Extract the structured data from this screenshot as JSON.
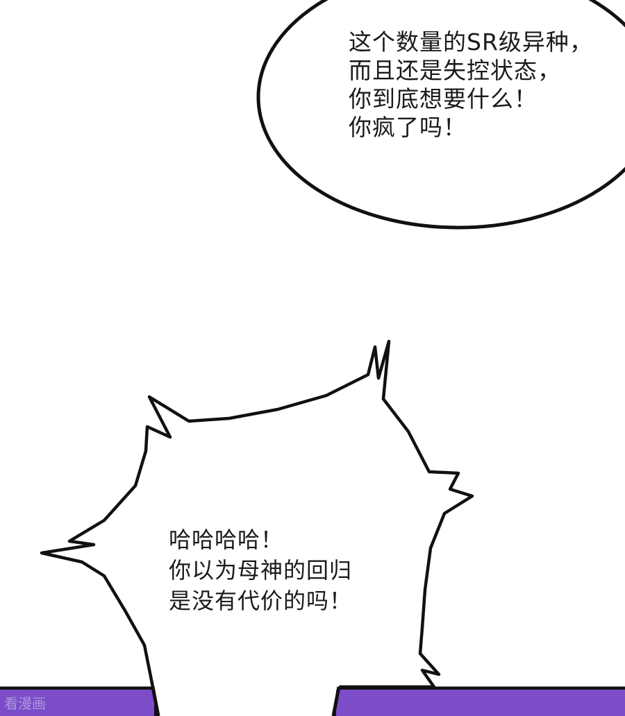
{
  "panel": {
    "background_color": "#ffffff",
    "floor_color": "#7c4cc9"
  },
  "speech_bubble_top": {
    "lines": [
      "这个数量的SR级异种，",
      "而且还是失控状态，",
      "你到底想要什么！",
      "你疯了吗！"
    ]
  },
  "speech_bubble_bottom": {
    "lines": [
      "哈哈哈哈！",
      "你以为母神的回归",
      "是没有代价的吗！"
    ]
  },
  "watermark": {
    "text": "看漫画"
  }
}
